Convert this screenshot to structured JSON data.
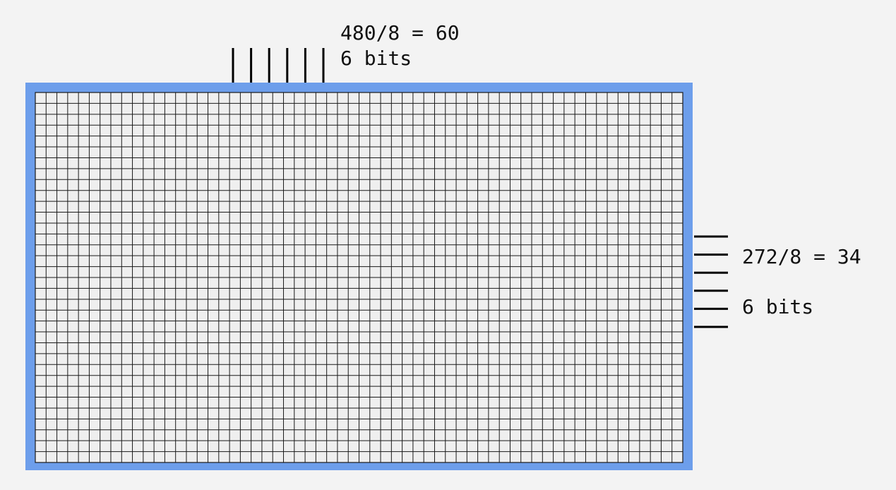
{
  "columns": {
    "count": 60,
    "formula_label": "480/8 = 60",
    "bits_label": "6 bits",
    "bits": 6
  },
  "rows": {
    "count": 34,
    "formula_label": "272/8 = 34",
    "bits_label": "6 bits",
    "bits": 6
  },
  "colors": {
    "background": "#f3f3f3",
    "frame": "#6d9eeb",
    "grid_fill": "#efefef",
    "grid_line": "#1a1a1a",
    "wire": "#000000"
  }
}
